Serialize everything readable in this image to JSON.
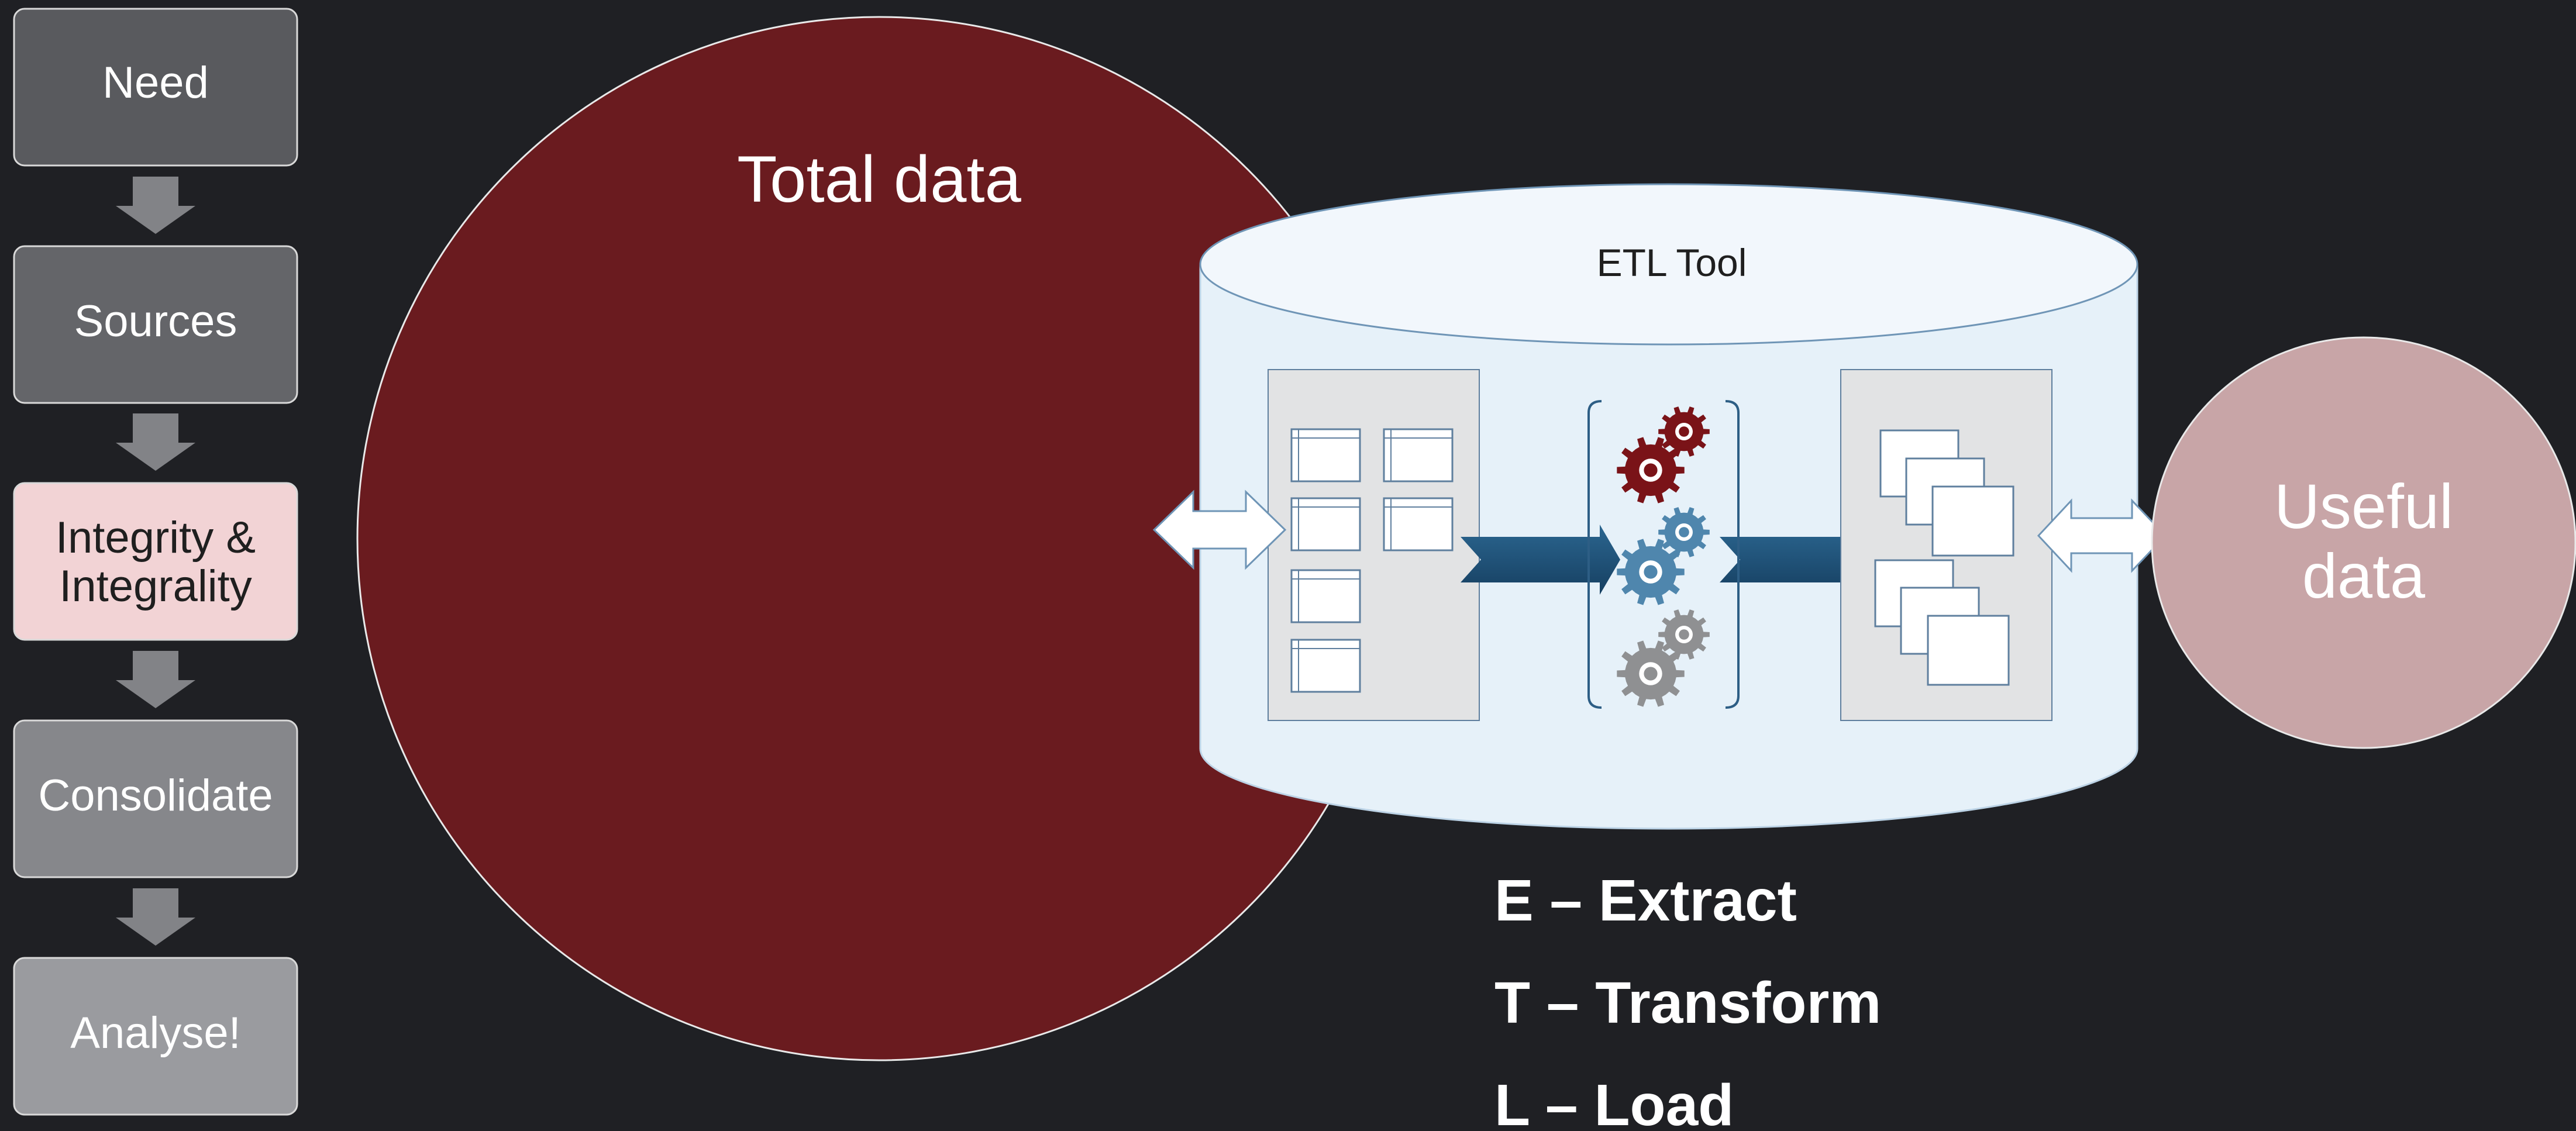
{
  "steps": [
    {
      "label": "Need",
      "fill": "#595a5e",
      "text_color": "#ffffff"
    },
    {
      "label": "Sources",
      "fill": "#646569",
      "text_color": "#ffffff"
    },
    {
      "label": "Integrity & Integrality",
      "line1": "Integrity &",
      "line2": "Integrality",
      "fill": "#f2d3d5",
      "text_color": "#1f1f1f",
      "highlighted": true
    },
    {
      "label": "Consolidate",
      "fill": "#86878b",
      "text_color": "#ffffff"
    },
    {
      "label": "Analyse!",
      "fill": "#9a9b9f",
      "text_color": "#ffffff"
    }
  ],
  "step_arrow_color": "#828387",
  "total_data": {
    "label": "Total data",
    "fill": "#6a1b1f"
  },
  "etl_tool": {
    "label": "ETL Tool",
    "fill": "#e6f1f9",
    "top_fill": "#f2f7fc"
  },
  "useful_data": {
    "line1": "Useful",
    "line2": "data",
    "fill": "#c8a5a7"
  },
  "etl_legend": [
    {
      "letter": "E",
      "word": "Extract",
      "text": "E – Extract"
    },
    {
      "letter": "T",
      "word": "Transform",
      "text": "T – Transform"
    },
    {
      "letter": "L",
      "word": "Load",
      "text": "L – Load"
    }
  ],
  "gear_colors": [
    "#7a1318",
    "#4f86ad",
    "#8f9092"
  ],
  "flow_arrow_color": "#1d4f78"
}
